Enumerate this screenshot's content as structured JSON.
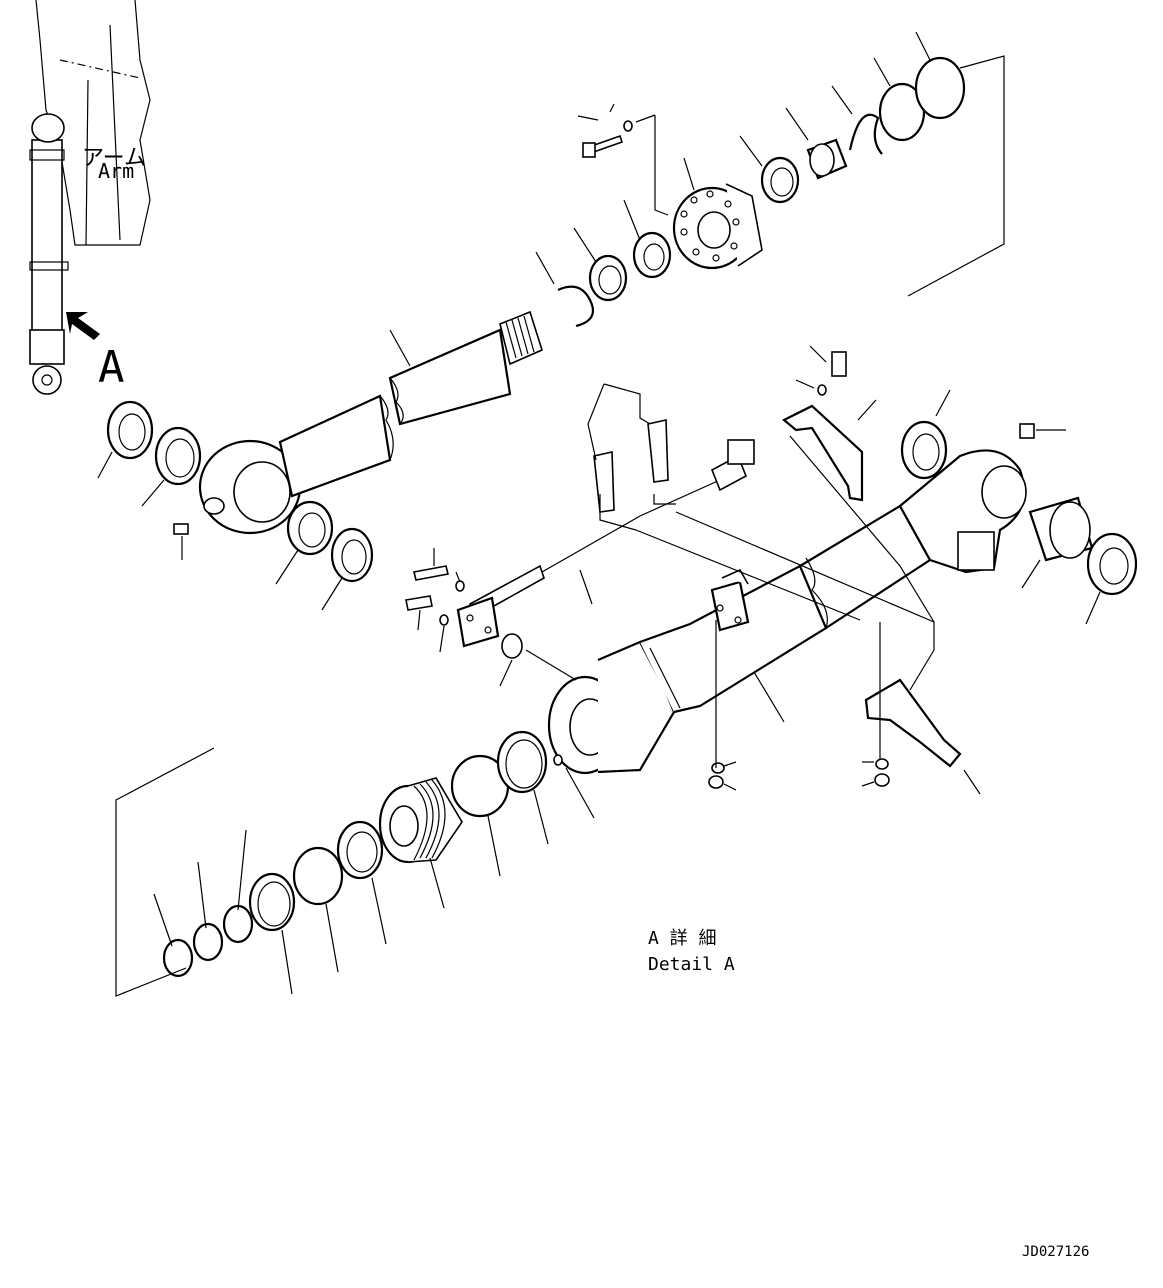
{
  "inset": {
    "arm_label_jp": "アーム",
    "arm_label_en": "Arm",
    "view_letter": "A"
  },
  "detail": {
    "title_jp": "A 詳 細",
    "title_en": "Detail A"
  },
  "drawing_code": "JD027126"
}
